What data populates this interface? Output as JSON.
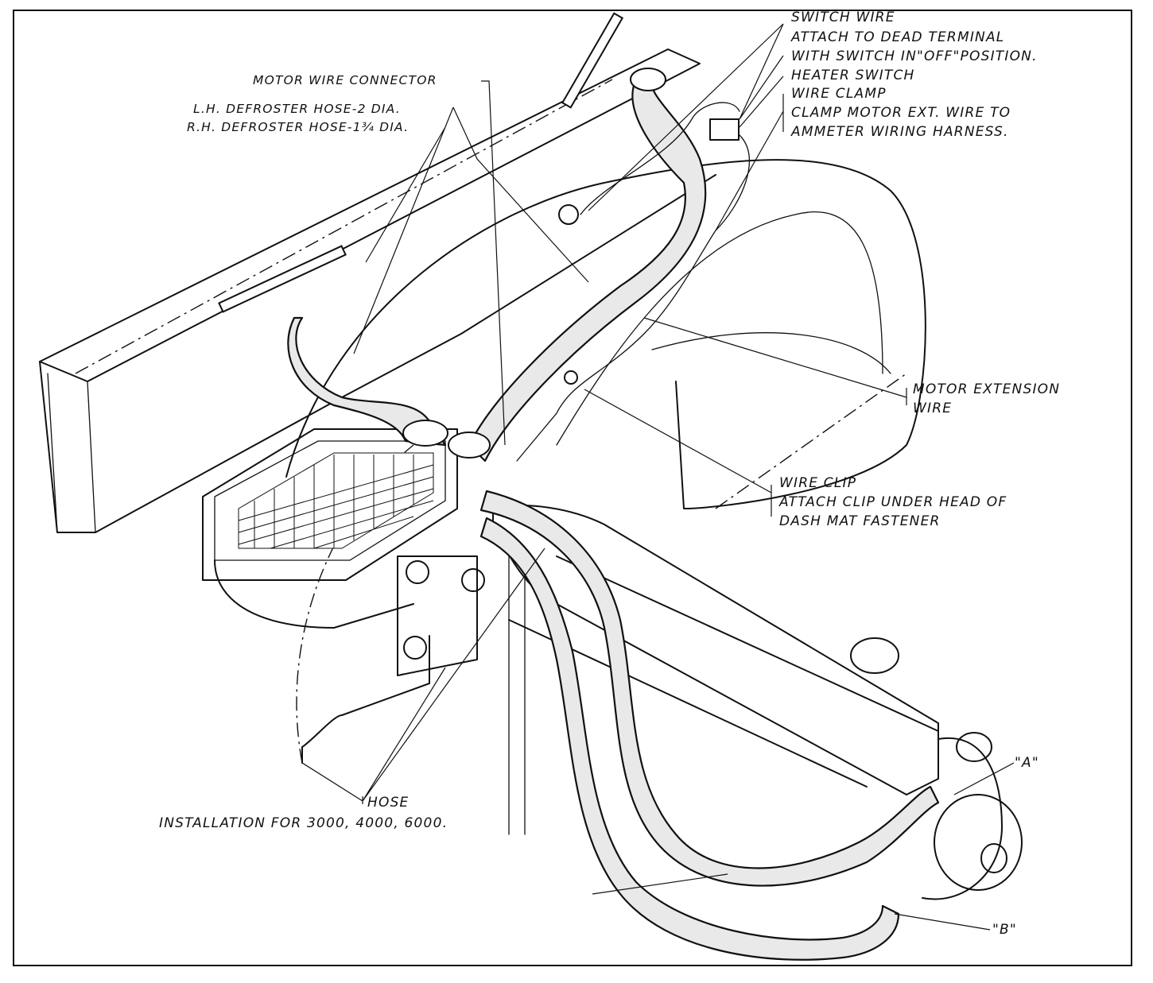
{
  "labels": {
    "switch_wire": "SWITCH WIRE",
    "attach_dead_terminal": "ATTACH TO DEAD TERMINAL",
    "switch_off_position": "WITH SWITCH IN\"OFF\"POSITION.",
    "heater_switch": "HEATER SWITCH",
    "wire_clamp": "WIRE CLAMP",
    "clamp_motor_ext": "CLAMP MOTOR EXT. WIRE TO",
    "ammeter_harness": "AMMETER WIRING HARNESS.",
    "motor_wire_connector": "MOTOR WIRE CONNECTOR",
    "lh_defroster_hose": "L.H. DEFROSTER HOSE-2 DIA.",
    "rh_defroster_hose": "R.H. DEFROSTER HOSE-1¾ DIA.",
    "motor_extension": "MOTOR EXTENSION",
    "motor_extension_wire": "WIRE",
    "wire_clip": "WIRE CLIP",
    "attach_clip_under": "ATTACH CLIP UNDER HEAD OF",
    "dash_mat_fastener": "DASH MAT FASTENER",
    "hose": "HOSE",
    "installation_caption": "INSTALLATION FOR 3000, 4000, 6000.",
    "callout_a": "\"A\"",
    "callout_b": "\"B\""
  }
}
